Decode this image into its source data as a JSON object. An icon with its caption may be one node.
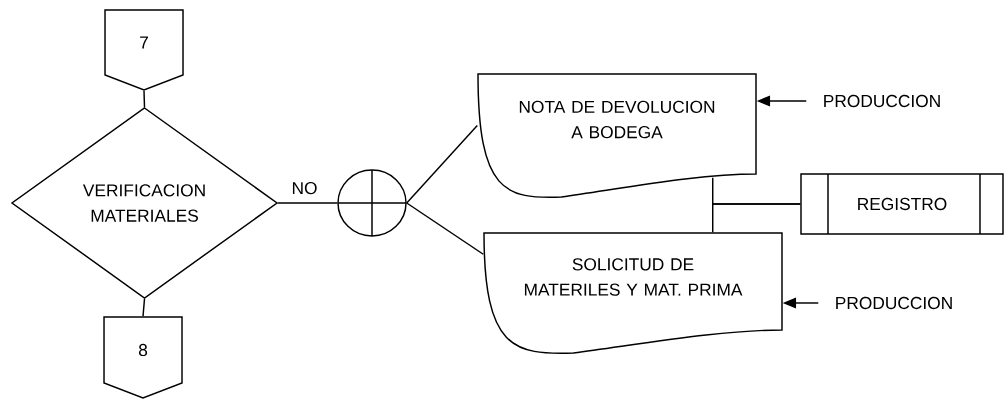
{
  "diagram": {
    "nodes": [
      {
        "text": [
          "7"
        ]
      },
      {
        "text": [
          "VERIFICACION MATERIALES"
        ]
      },
      {
        "text": [
          "8"
        ]
      },
      {
        "text": [],
        "shape": "circle"
      },
      {
        "text": [
          "NOTA DE DEVOLUCION A BODEGA"
        ]
      },
      {
        "text": [
          "SOLICITUD DE MATERILES Y MAT. PRIMA"
        ]
      },
      {
        "text": [
          "REGISTRO"
        ]
      },
      {
        "text": [
          "PRODUCCION"
        ]
      },
      {
        "text": [
          "PRODUCCION"
        ]
      }
    ],
    "edges": [
      {
        "from": 0,
        "to": 1,
        "arrow": "none"
      },
      {
        "from": 1,
        "to": 2,
        "arrow": "none"
      },
      {
        "from": 1,
        "to": 3,
        "arrow": "none",
        "label": "NO"
      },
      {
        "from": 3,
        "to": 4,
        "arrow": "none"
      },
      {
        "from": 3,
        "to": 5,
        "arrow": "none"
      },
      {
        "from": 4,
        "to": 6,
        "arrow": "none"
      },
      {
        "from": 5,
        "to": 6,
        "arrow": "none"
      },
      {
        "from": 7,
        "to": 4,
        "arrow": "to"
      },
      {
        "from": 8,
        "to": 5,
        "arrow": "to"
      }
    ]
  }
}
